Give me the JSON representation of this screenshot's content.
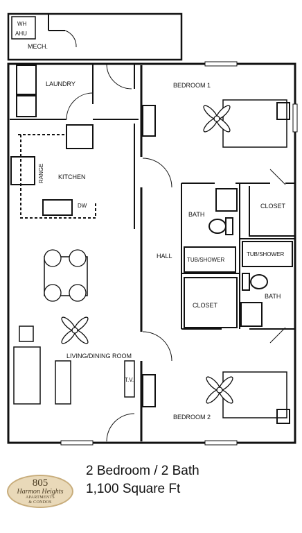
{
  "rooms": {
    "wh": "WH",
    "ahu": "AHU",
    "mech": "MECH.",
    "laundry": "LAUNDRY",
    "kitchen": "KITCHEN",
    "range": "RANGE",
    "dw": "DW",
    "living_dining": "LIVING/DINING ROOM",
    "tv": "T.V.",
    "hall": "HALL",
    "bedroom1": "BEDROOM  1",
    "bedroom2": "BEDROOM  2",
    "bath_upper": "BATH",
    "bath_lower": "BATH",
    "closet_upper": "CLOSET",
    "closet_lower": "CLOSET",
    "tub_left": "TUB/SHOWER",
    "tub_right": "TUB/SHOWER"
  },
  "caption": {
    "line1": "2 Bedroom / 2 Bath",
    "line2": "1,100 Square Ft"
  },
  "logo": {
    "number": "805",
    "brand": "Harmon Heights",
    "line1": "APARTMENTS",
    "line2": "& CONDOS"
  },
  "colors": {
    "wall": "#111111",
    "logo_fill": "#e9d9b9",
    "logo_border": "#c8ad7c"
  }
}
